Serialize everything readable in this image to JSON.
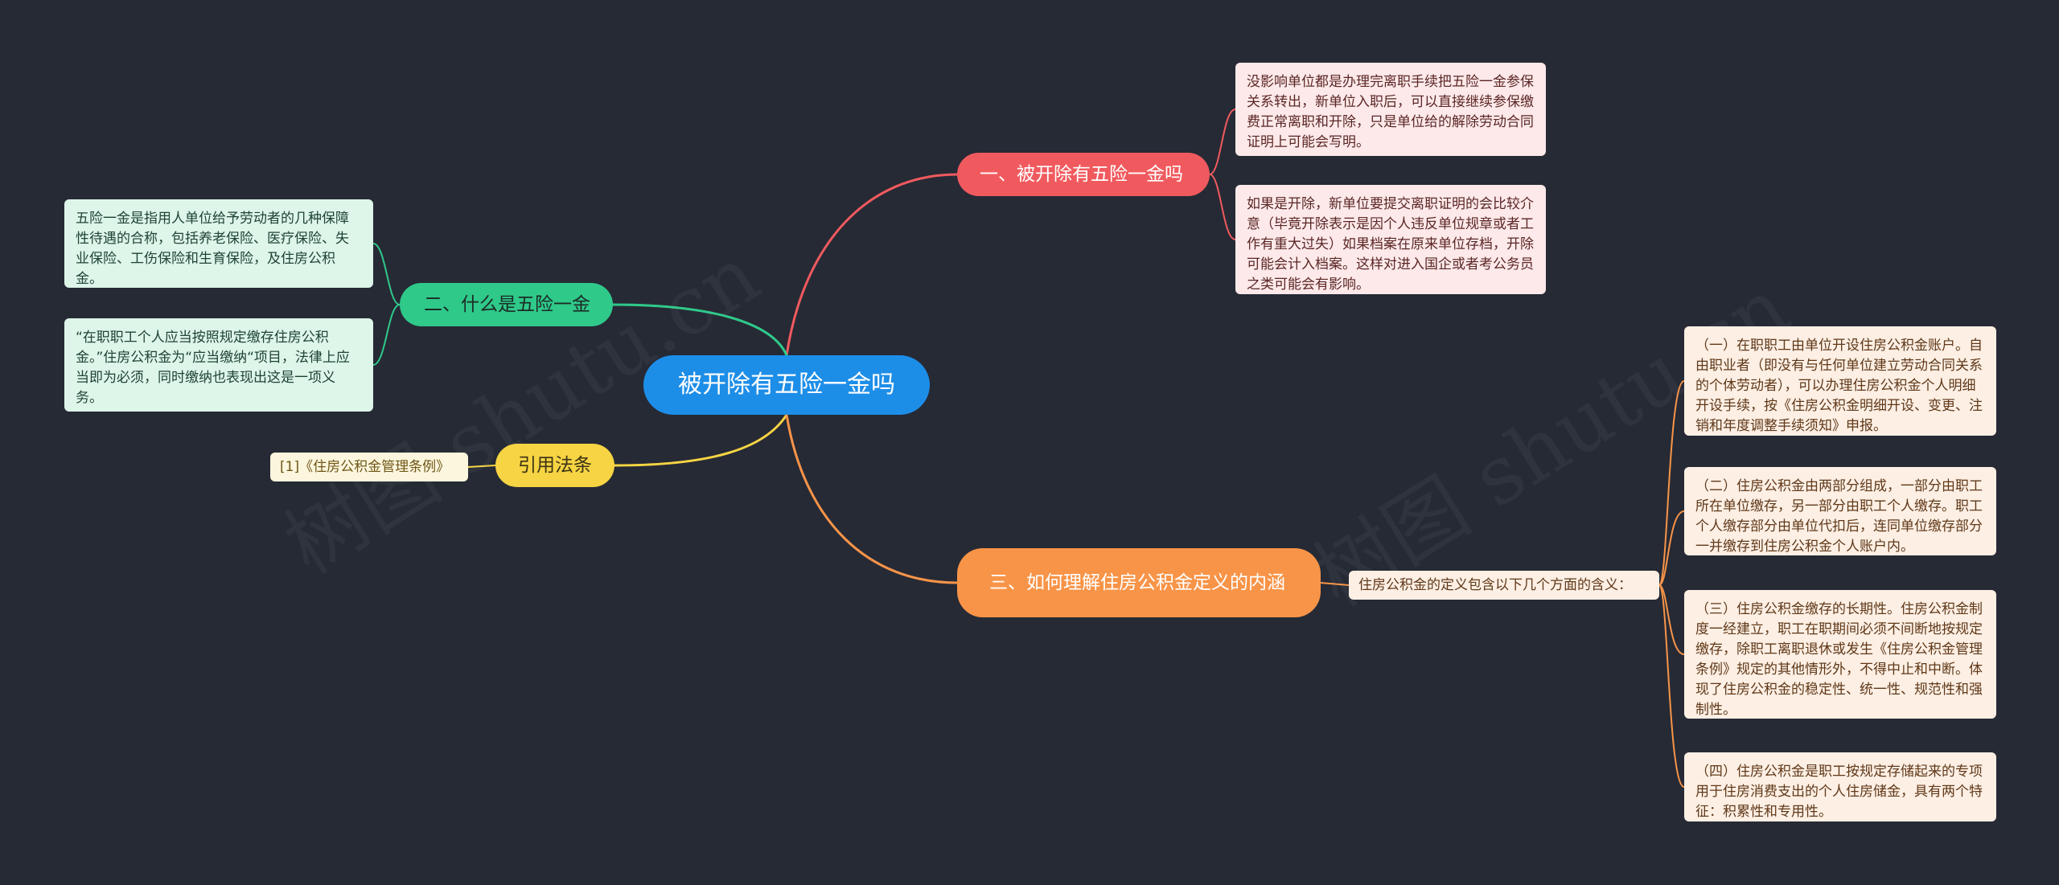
{
  "watermark": "树图 shutu.cn",
  "center": {
    "label": "被开除有五险一金吗"
  },
  "branches": {
    "b1": {
      "label": "一、被开除有五险一金吗",
      "color": "#f05a5e",
      "items": [
        "没影响单位都是办理完离职手续把五险一金参保关系转出，新单位入职后，可以直接继续参保缴费正常离职和开除，只是单位给的解除劳动合同证明上可能会写明。",
        "如果是开除，新单位要提交离职证明的会比较介意（毕竟开除表示是因个人违反单位规章或者工作有重大过失）如果档案在原来单位存档，开除可能会计入档案。这样对进入国企或者考公务员之类可能会有影响。"
      ]
    },
    "b2": {
      "label": "二、什么是五险一金",
      "color": "#2fc98a",
      "items": [
        "五险一金是指用人单位给予劳动者的几种保障性待遇的合称，包括养老保险、医疗保险、失业保险、工伤保险和生育保险，及住房公积金。",
        "“在职职工个人应当按照规定缴存住房公积金。”住房公积金为“应当缴纳“项目，法律上应当即为必须，同时缴纳也表现出这是一项义务。"
      ]
    },
    "b3": {
      "label": "引用法条",
      "color": "#f6d443",
      "items": [
        "[1]《住房公积金管理条例》"
      ]
    },
    "b4": {
      "label": "三、如何理解住房公积金定义的内涵",
      "color": "#f89448",
      "summary": "住房公积金的定义包含以下几个方面的含义：",
      "items": [
        "（一）在职职工由单位开设住房公积金账户。自由职业者（即没有与任何单位建立劳动合同关系的个体劳动者），可以办理住房公积金个人明细开设手续，按《住房公积金明细开设、变更、注销和年度调整手续须知》申报。",
        "（二）住房公积金由两部分组成，一部分由职工所在单位缴存，另一部分由职工个人缴存。职工个人缴存部分由单位代扣后，连同单位缴存部分一并缴存到住房公积金个人账户内。",
        "（三）住房公积金缴存的长期性。住房公积金制度一经建立，职工在职期间必须不间断地按规定缴存，除职工离职退休或发生《住房公积金管理条例》规定的其他情形外，不得中止和中断。体现了住房公积金的稳定性、统一性、规范性和强制性。",
        "（四）住房公积金是职工按规定存储起来的专项用于住房消费支出的个人住房储金，具有两个特征：积累性和专用性。"
      ]
    }
  }
}
